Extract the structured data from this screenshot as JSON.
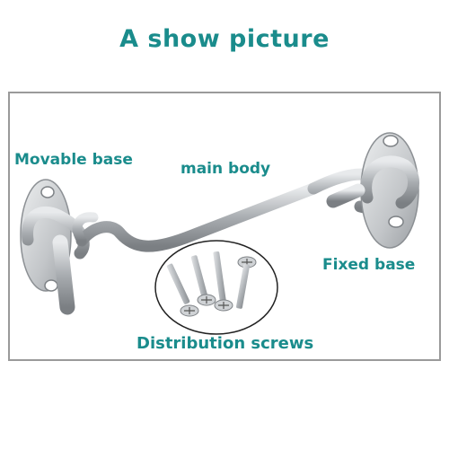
{
  "title": "A show picture",
  "labels": {
    "movable_base": "Movable base",
    "main_body": "main body",
    "fixed_base": "Fixed base",
    "distribution_screws": "Distribution screws"
  },
  "colors": {
    "label_teal": "#1a8c8c",
    "steel": "#b9bcbf",
    "steel_dark": "#7d8185",
    "frame": "#9a9a9a"
  }
}
